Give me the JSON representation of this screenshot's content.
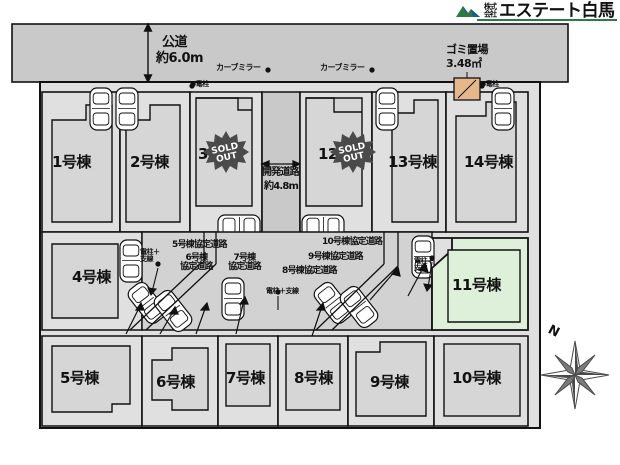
{
  "logo": {
    "company_prefix_line1": "株式",
    "company_prefix_line2": "会社",
    "brand": "エステート白馬",
    "icon": "mountain-icon"
  },
  "map": {
    "top_road": {
      "label_line1": "公道",
      "label_line2": "約6.0m"
    },
    "center_road": {
      "label_line1": "開発道路",
      "label_line2": "約4.8m"
    },
    "garbage_area": {
      "label_line1": "ゴミ置場",
      "label_line2": "3.48㎡",
      "color": "#e6b78a"
    },
    "compass": {
      "north_label": "N"
    },
    "markers": [
      {
        "id": "pole-top-left",
        "label": "●電柱"
      },
      {
        "id": "pole-top-right",
        "label": "●電柱"
      },
      {
        "id": "curve-mirror-left",
        "label": "カーブミラー"
      },
      {
        "id": "curve-mirror-right",
        "label": "カーブミラー"
      },
      {
        "id": "pole-wire-mid-left",
        "label": "電柱＋\n支線"
      },
      {
        "id": "pole-wire-mid-center",
        "label": "電柱＋支線"
      },
      {
        "id": "pole-wire-mid-right",
        "label": "電柱＋\n支線"
      }
    ],
    "agreement_roads": [
      {
        "id": "road-5",
        "label": "5号棟協定道路"
      },
      {
        "id": "road-6",
        "label": "6号棟\n協定道路"
      },
      {
        "id": "road-7",
        "label": "7号棟\n協定道路"
      },
      {
        "id": "road-8",
        "label": "8号棟協定道路"
      },
      {
        "id": "road-9",
        "label": "9号棟協定道路"
      },
      {
        "id": "road-10",
        "label": "10号棟協定道路"
      }
    ],
    "lots": [
      {
        "id": 1,
        "label": "1号棟",
        "status": "available",
        "highlight": false
      },
      {
        "id": 2,
        "label": "2号棟",
        "status": "available",
        "highlight": false
      },
      {
        "id": 3,
        "label": "3号棟",
        "status": "sold_out",
        "highlight": false
      },
      {
        "id": 4,
        "label": "4号棟",
        "status": "available",
        "highlight": false
      },
      {
        "id": 5,
        "label": "5号棟",
        "status": "available",
        "highlight": false
      },
      {
        "id": 6,
        "label": "6号棟",
        "status": "available",
        "highlight": false
      },
      {
        "id": 7,
        "label": "7号棟",
        "status": "available",
        "highlight": false
      },
      {
        "id": 8,
        "label": "8号棟",
        "status": "available",
        "highlight": false
      },
      {
        "id": 9,
        "label": "9号棟",
        "status": "available",
        "highlight": false
      },
      {
        "id": 10,
        "label": "10号棟",
        "status": "available",
        "highlight": false
      },
      {
        "id": 11,
        "label": "11号棟",
        "status": "available",
        "highlight": true
      },
      {
        "id": 12,
        "label": "12号棟",
        "status": "sold_out",
        "highlight": false
      },
      {
        "id": 13,
        "label": "13号棟",
        "status": "available",
        "highlight": false
      },
      {
        "id": 14,
        "label": "14号棟",
        "status": "available",
        "highlight": false
      }
    ],
    "sold_out_badge_text": {
      "line1": "SOLD",
      "line2": "OUT"
    },
    "colors": {
      "road_fill": "#c9c9c9",
      "lot_fill": "#e0e0e0",
      "house_fill": "#d6d6d6",
      "highlight_fill": "#dff0da",
      "highlight_stroke": "#2f7a43",
      "outline": "#111111",
      "badge_fill": "#4a4a4a",
      "garbage_fill": "#e6b78a"
    }
  }
}
